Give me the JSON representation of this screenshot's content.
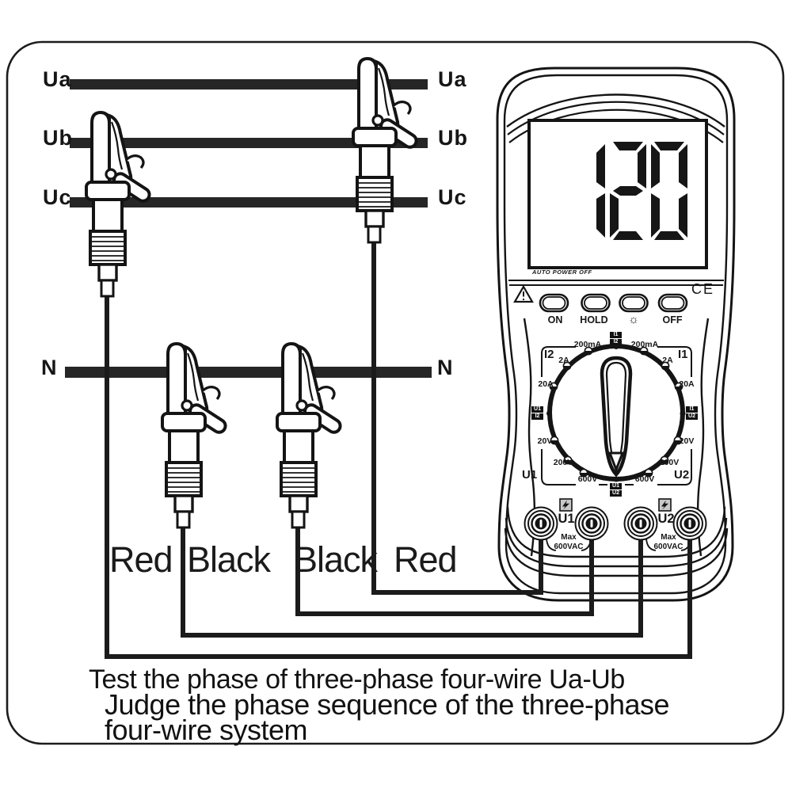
{
  "labels": {
    "phase_left": [
      "Ua",
      "Ub",
      "Uc"
    ],
    "phase_right": [
      "Ua",
      "Ub",
      "Uc"
    ],
    "neutral_left": "N",
    "neutral_right": "N",
    "wire_colors": [
      "Red",
      "Black",
      "Black",
      "Red"
    ]
  },
  "meter": {
    "display_value": "120",
    "auto_power_off": "AUTO POWER OFF",
    "ce_mark": "CE",
    "buttons": [
      "ON",
      "HOLD",
      "☼",
      "OFF"
    ],
    "dial": {
      "corners": {
        "top_left": "I2",
        "top_right": "I1",
        "bottom_left": "U1",
        "bottom_right": "U2"
      },
      "left_scale": [
        "200mA",
        "2A",
        "20A",
        "20V",
        "200V",
        "600V"
      ],
      "right_scale": [
        "200mA",
        "2A",
        "20A",
        "20V",
        "200V",
        "600V"
      ],
      "boxes": {
        "top": [
          "I1",
          "I2"
        ],
        "left": [
          "U1",
          "I2"
        ],
        "right": [
          "I1",
          "U2"
        ],
        "bottom": [
          "U1",
          "U2"
        ]
      }
    },
    "jacks": {
      "group1": "U1",
      "group2": "U2",
      "max": "Max",
      "rating": "600VAC"
    }
  },
  "caption": {
    "line1": "Test the phase of three-phase four-wire Ua-Ub",
    "line2": "Judge the phase sequence of the three-phase",
    "line3": "four-wire system"
  }
}
